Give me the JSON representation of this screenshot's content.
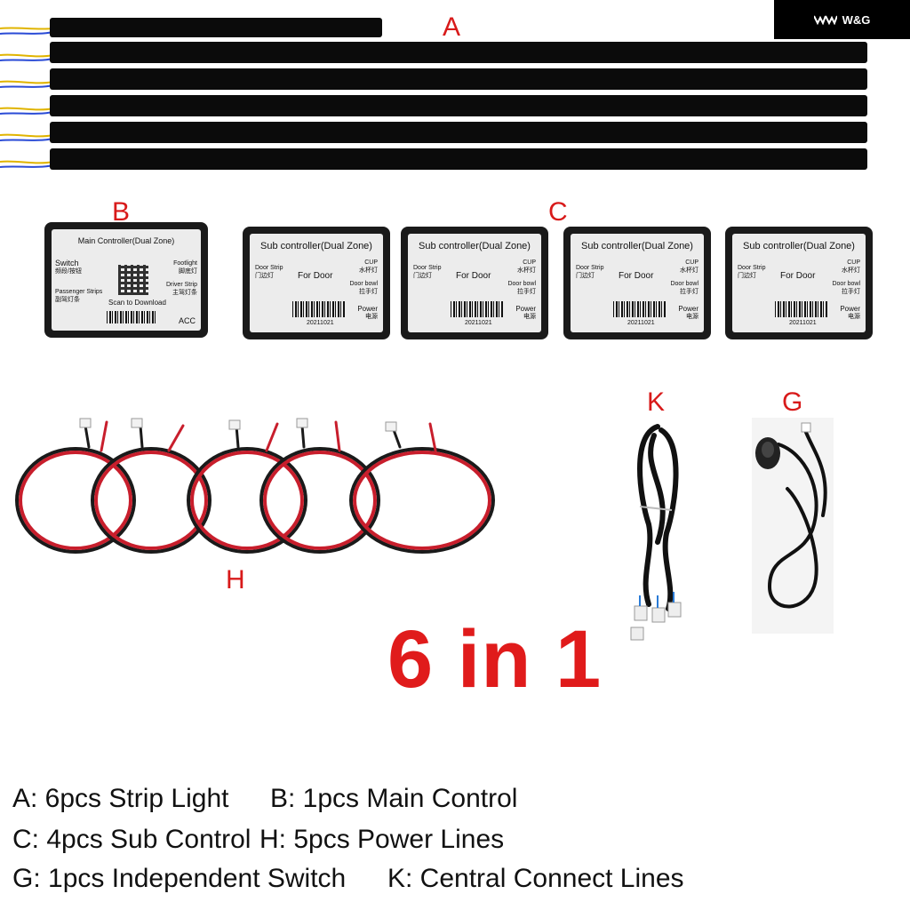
{
  "brand": {
    "logo_text": "W&G"
  },
  "letters": {
    "a": "A",
    "b": "B",
    "c": "C",
    "k": "K",
    "g": "G",
    "h": "H"
  },
  "main_controller": {
    "title": "Main Controller(Dual Zone)",
    "switch": "Switch",
    "switch_cn": "频段/按钮",
    "footlight": "Footlight",
    "footlight_cn": "脚底灯",
    "driver_strip": "Driver Strip",
    "driver_strip_cn": "主驾灯条",
    "passenger_strips": "Passenger Strips",
    "passenger_strips_cn": "副驾灯条",
    "scan": "Scan to Download",
    "acc": "ACC"
  },
  "sub_controller": {
    "title": "Sub controller(Dual Zone)",
    "door_strip": "Door Strip",
    "door_strip_cn": "门边灯",
    "for_door": "For Door",
    "cup": "CUP",
    "cup_cn": "水杯灯",
    "door_bowl": "Door bowl",
    "door_bowl_cn": "拉手灯",
    "power": "Power",
    "power_cn": "电源",
    "barcode_text": "20211021"
  },
  "headline": "6 in 1",
  "legend": {
    "a": "A: 6pcs Strip Light",
    "b": "B: 1pcs Main Control",
    "c": "C: 4pcs Sub Control",
    "h": "H: 5pcs Power Lines",
    "g": "G: 1pcs Independent Switch",
    "k": "K: Central Connect Lines"
  },
  "colors": {
    "accent": "#d81a1a",
    "headline": "#e01b1b",
    "strip": "#0b0b0b",
    "cable_red": "#c81e2c"
  }
}
